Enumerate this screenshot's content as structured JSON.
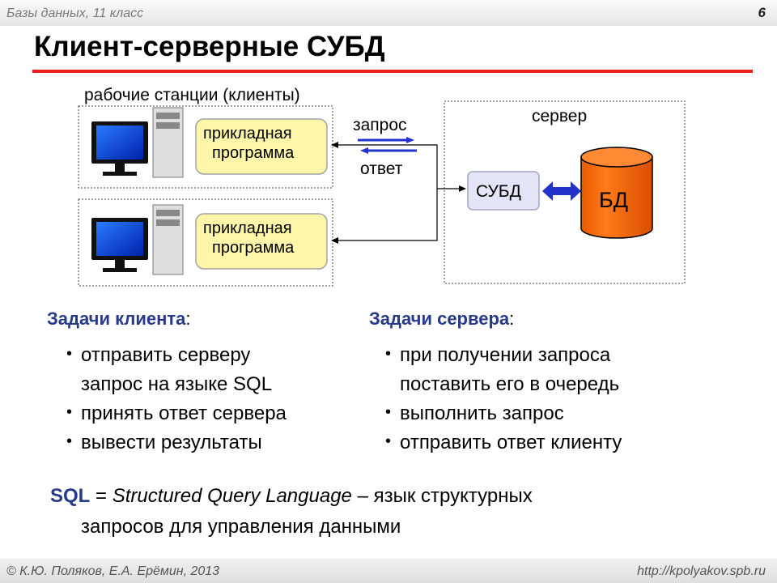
{
  "header": {
    "course": "Базы данных, 11 класс",
    "page_number": "6"
  },
  "title": "Клиент-серверные СУБД",
  "diagram": {
    "clients_label": "рабочие станции (клиенты)",
    "client_app_line1": "прикладная",
    "client_app_line2": "программа",
    "request_label": "запрос",
    "response_label": "ответ",
    "server_label": "сервер",
    "dbms_label": "СУБД",
    "db_label": "БД",
    "colors": {
      "app_box": "#fdf6a8",
      "dbms_box": "#e4e4f7",
      "db_cylinder": "#ff6a00",
      "arrow_blue": "#2233cc",
      "title_rule": "#ee1c1c"
    }
  },
  "client_tasks": {
    "heading": "Задачи клиента",
    "colon": ":",
    "items": [
      {
        "line1": "отправить серверу",
        "line2": "запрос на языке SQL"
      },
      {
        "line1": "принять ответ сервера",
        "line2": ""
      },
      {
        "line1": "вывести результаты",
        "line2": ""
      }
    ]
  },
  "server_tasks": {
    "heading": "Задачи сервера",
    "colon": ":",
    "items": [
      {
        "line1": "при получении запроса",
        "line2": "поставить его в очередь"
      },
      {
        "line1": "выполнить запрос",
        "line2": ""
      },
      {
        "line1": "отправить ответ клиенту",
        "line2": ""
      }
    ]
  },
  "sql_note": {
    "keyword": "SQL",
    "equals": " = ",
    "expansion": "Structured Query Language",
    "rest_line1": " – язык структурных",
    "line2": "запросов для управления данными"
  },
  "footer": {
    "copyright": "© К.Ю. Поляков, Е.А. Ерёмин, 2013",
    "site": "http://kpolyakov.spb.ru"
  }
}
